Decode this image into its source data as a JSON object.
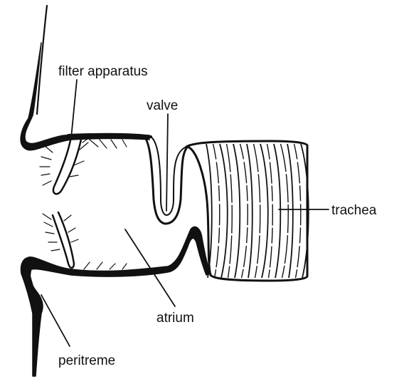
{
  "diagram": {
    "labels": {
      "filter_apparatus": "filter apparatus",
      "valve": "valve",
      "trachea": "trachea",
      "atrium": "atrium",
      "peritreme": "peritreme"
    },
    "colors": {
      "ink": "#111111",
      "background": "#ffffff"
    }
  }
}
